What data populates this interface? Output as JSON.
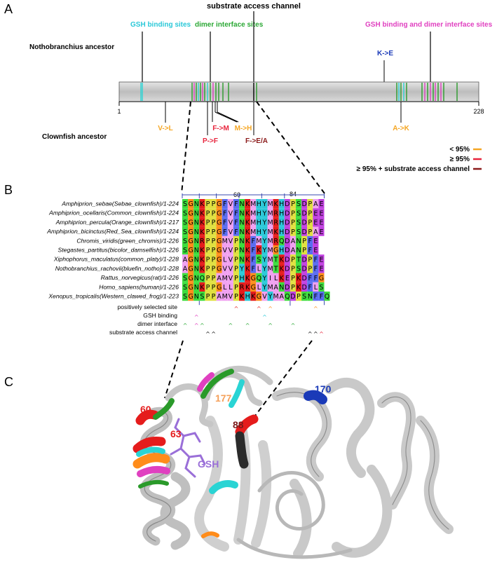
{
  "panels": {
    "a": "A",
    "b": "B",
    "c": "C"
  },
  "panel_a": {
    "label_gsh": "GSH binding sites",
    "label_dimer": "dimer interface sites",
    "label_channel": "substrate access channel",
    "label_both": "GSH binding and dimer interface sites",
    "nothobranchius": "Nothobranchius ancestor",
    "clownfish": "Clownfish ancestor",
    "start": "1",
    "end": "228",
    "top_mutation": "K->E",
    "mutations": {
      "v_l": "V->L",
      "p_f": "P->F",
      "f_m": "F->M",
      "m_h": "M->H",
      "f_ea": "F->E/A",
      "a_k": "A->K"
    },
    "legend": [
      {
        "label": "< 95%",
        "color": "#f5a623"
      },
      {
        "label": "≥ 95%",
        "color": "#e8243c"
      },
      {
        "label": "≥ 95% + substrate access channel",
        "color": "#8b1a1a"
      }
    ]
  },
  "panel_b": {
    "pos60": "60",
    "pos84": "84",
    "species": [
      {
        "name": "Amphiprion_sebae(Sebae_clownfish)/1-224",
        "seq": "SGNKPPGFVFNKMHYMKHDPSDPAE"
      },
      {
        "name": "Amphiprion_ocellaris(Common_clownfish)/1-224",
        "seq": "SGNKPPGFVFNKMHYMRHDPSDPEE"
      },
      {
        "name": "Amphiprion_percula(Orange_clownfish)/1-217",
        "seq": "SGNKPPGFVFNKMHYMRHDPSDPEE"
      },
      {
        "name": "Amphiprion_bicinctus(Red_Sea_clownfish)/1-224",
        "seq": "SGNKPPGFVFNKMHYMKHDPSDPAE"
      },
      {
        "name": "Chromis_viridis(green_chromis)/1-226",
        "seq": "SGNRPPGMVPNKFMYMRQDANPFE"
      },
      {
        "name": "Stegastes_partitus(bicolor_damselfish)/1-226",
        "seq": "SGNKPPGVVPNKFKYMGHDANPFE"
      },
      {
        "name": "Xiphophorus_maculatus(common_platy)/1-228",
        "seq": "AGNKPPGLVPNKFSYMTKDPTDPFE"
      },
      {
        "name": "Nothobranchius_rachovii(bluefin_notho)/1-228",
        "seq": "AGNKPPGVVPYKFLYMTKDPSDPFE"
      },
      {
        "name": "Rattus_norvegicus(rat)/1-226",
        "seq": "SGNQPPAMVPHKGQYILKEPKDFFG"
      },
      {
        "name": "Homo_sapiens(human)/1-226",
        "seq": "SGNKPPGLLPRKGLYMANDPKDFLS"
      },
      {
        "name": "Xenopus_tropicalis(Western_clawed_frog)/1-223",
        "seq": "SGNSPPAMVPKHKGVYMAQDPSNFFQ"
      }
    ],
    "track_labels": [
      "positively selected site",
      "GSH binding",
      "dimer interface",
      "substrate access channel"
    ]
  },
  "panel_c": {
    "n60": "60",
    "n63": "63",
    "n177": "177",
    "n88": "88",
    "n170": "170",
    "gsh": "GSH"
  }
}
